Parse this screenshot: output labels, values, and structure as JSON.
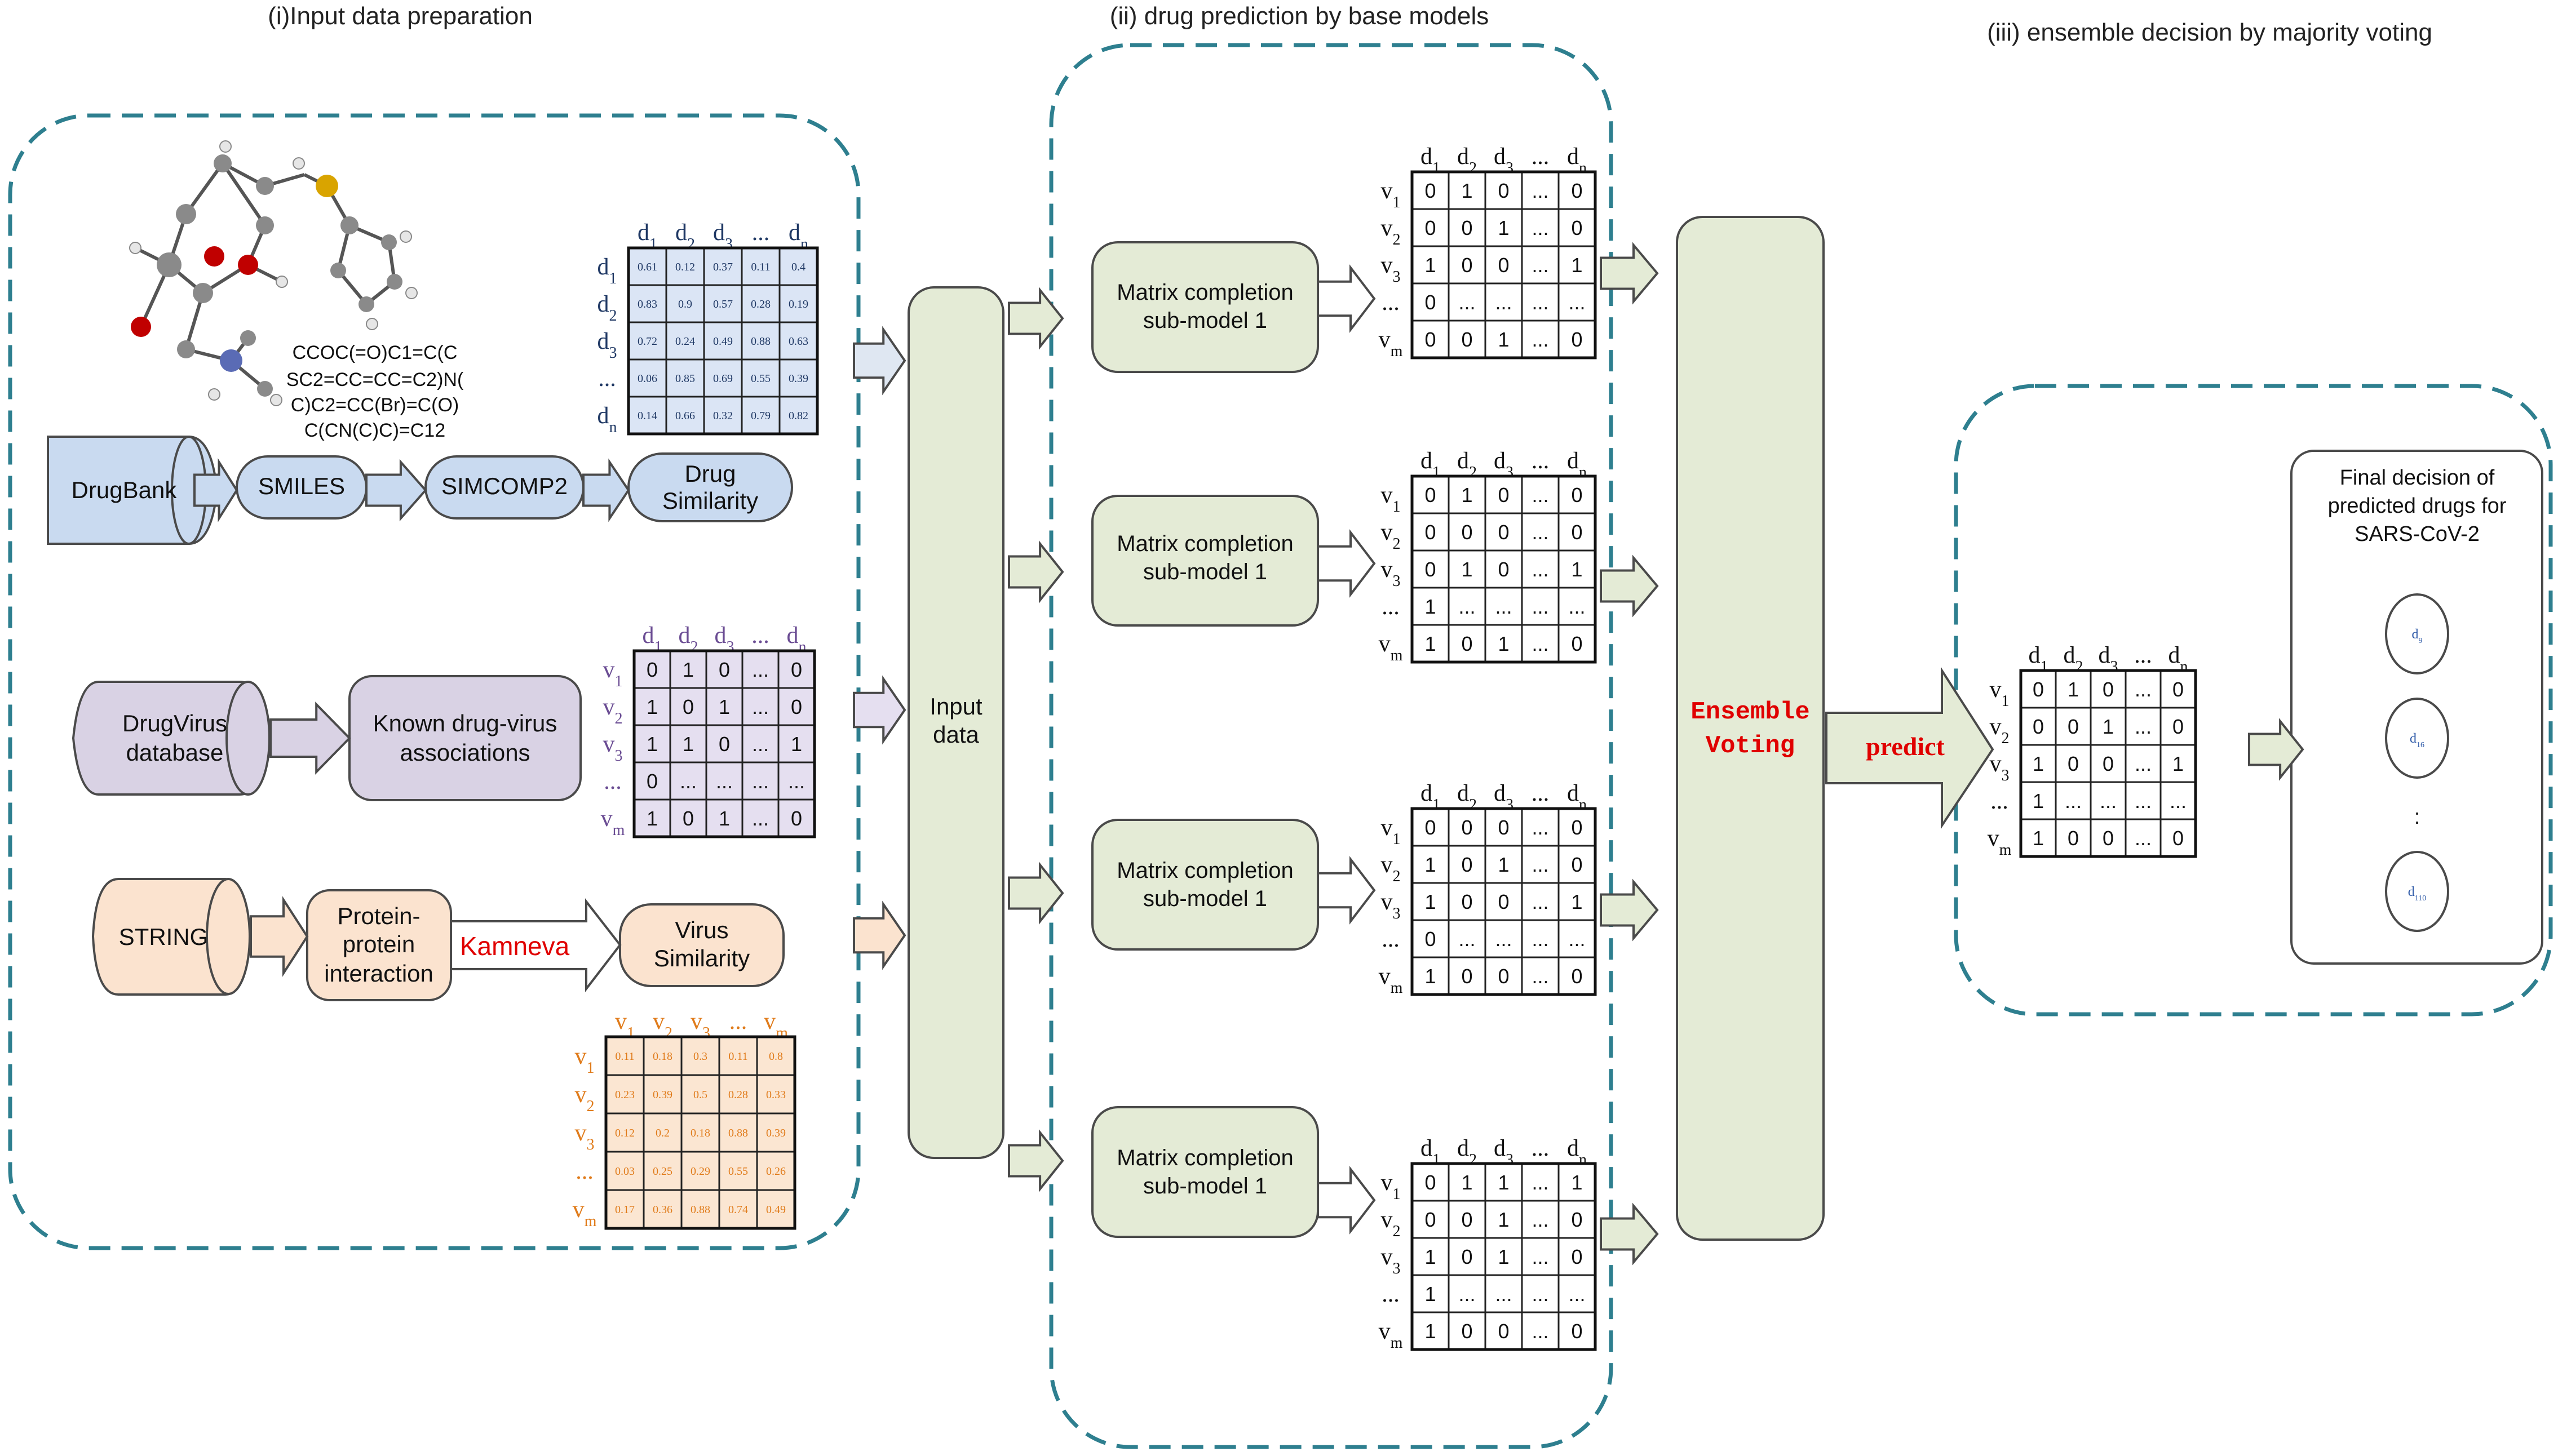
{
  "sections": {
    "input_title": "(i)Input data preparation",
    "prediction_title": "(ii) drug prediction by base models",
    "ensemble_title": "(iii) ensemble decision by majority voting"
  },
  "drug_pipeline": {
    "smiles_string": [
      "CCOC(=O)C1=C(C",
      "SC2=CC=CC=C2)N(",
      "C)C2=CC(Br)=C(O)",
      "C(CN(C)C)=C12"
    ],
    "drugbank": "DrugBank",
    "smiles": "SMILES",
    "simcomp": "SIMCOMP2",
    "drug_similarity": [
      "Drug",
      "Similarity"
    ]
  },
  "virus_pipeline": {
    "drugvirus": [
      "DrugVirus",
      "database"
    ],
    "known": [
      "Known drug-virus",
      "associations"
    ],
    "string": "STRING",
    "ppi": [
      "Protein-",
      "protein",
      "interaction"
    ],
    "kamneva": "Kamneva",
    "virus_similarity": [
      "Virus",
      "Similarity"
    ]
  },
  "input_data": [
    "Input",
    "data"
  ],
  "submodels": [
    [
      "Matrix completion",
      "sub-model 1"
    ],
    [
      "Matrix completion",
      "sub-model 1"
    ],
    [
      "Matrix completion",
      "sub-model 1"
    ],
    [
      "Matrix completion",
      "sub-model 1"
    ]
  ],
  "ensemble": [
    "Ensemble",
    "Voting"
  ],
  "predict": "predict",
  "final_decision": [
    "Final decision of",
    "predicted drugs for",
    "SARS-CoV-2"
  ],
  "final_drugs": [
    "d",
    "d",
    "d"
  ],
  "final_drug_subs": [
    "9",
    "16",
    "110"
  ],
  "final_dots": ":",
  "matrices": {
    "drug_sim": {
      "col_headers": [
        "d1",
        "d2",
        "d3",
        "...",
        "dn"
      ],
      "row_headers": [
        "d1",
        "d2",
        "d3",
        "...",
        "dn"
      ],
      "rows": [
        [
          "0.61",
          "0.12",
          "0.37",
          "0.11",
          "0.4"
        ],
        [
          "0.83",
          "0.9",
          "0.57",
          "0.28",
          "0.19"
        ],
        [
          "0.72",
          "0.24",
          "0.49",
          "0.88",
          "0.63"
        ],
        [
          "0.06",
          "0.85",
          "0.69",
          "0.55",
          "0.39"
        ],
        [
          "0.14",
          "0.66",
          "0.32",
          "0.79",
          "0.82"
        ]
      ]
    },
    "assoc": {
      "col_headers": [
        "d1",
        "d2",
        "d3",
        "...",
        "dn"
      ],
      "row_headers": [
        "v1",
        "v2",
        "v3",
        "...",
        "vm"
      ],
      "rows": [
        [
          "0",
          "1",
          "0",
          "...",
          "0"
        ],
        [
          "1",
          "0",
          "1",
          "...",
          "0"
        ],
        [
          "1",
          "1",
          "0",
          "...",
          "1"
        ],
        [
          "0",
          "...",
          "...",
          "...",
          "..."
        ],
        [
          "1",
          "0",
          "1",
          "...",
          "0"
        ]
      ]
    },
    "virus_sim": {
      "col_headers": [
        "v1",
        "v2",
        "v3",
        "...",
        "vm"
      ],
      "row_headers": [
        "v1",
        "v2",
        "v3",
        "...",
        "vm"
      ],
      "rows": [
        [
          "0.11",
          "0.18",
          "0.3",
          "0.11",
          "0.8"
        ],
        [
          "0.23",
          "0.39",
          "0.5",
          "0.28",
          "0.33"
        ],
        [
          "0.12",
          "0.2",
          "0.18",
          "0.88",
          "0.39"
        ],
        [
          "0.03",
          "0.25",
          "0.29",
          "0.55",
          "0.26"
        ],
        [
          "0.17",
          "0.36",
          "0.88",
          "0.74",
          "0.49"
        ]
      ]
    },
    "out1": {
      "col_headers": [
        "d1",
        "d2",
        "d3",
        "...",
        "dn"
      ],
      "row_headers": [
        "v1",
        "v2",
        "v3",
        "...",
        "vm"
      ],
      "rows": [
        [
          "0",
          "1",
          "0",
          "...",
          "0"
        ],
        [
          "0",
          "0",
          "1",
          "...",
          "0"
        ],
        [
          "1",
          "0",
          "0",
          "...",
          "1"
        ],
        [
          "0",
          "...",
          "...",
          "...",
          "..."
        ],
        [
          "0",
          "0",
          "1",
          "...",
          "0"
        ]
      ]
    },
    "out2": {
      "col_headers": [
        "d1",
        "d2",
        "d3",
        "...",
        "dn"
      ],
      "row_headers": [
        "v1",
        "v2",
        "v3",
        "...",
        "vm"
      ],
      "rows": [
        [
          "0",
          "1",
          "0",
          "...",
          "0"
        ],
        [
          "0",
          "0",
          "0",
          "...",
          "0"
        ],
        [
          "0",
          "1",
          "0",
          "...",
          "1"
        ],
        [
          "1",
          "...",
          "...",
          "...",
          "..."
        ],
        [
          "1",
          "0",
          "1",
          "...",
          "0"
        ]
      ]
    },
    "out3": {
      "col_headers": [
        "d1",
        "d2",
        "d3",
        "...",
        "dn"
      ],
      "row_headers": [
        "v1",
        "v2",
        "v3",
        "...",
        "vm"
      ],
      "rows": [
        [
          "0",
          "0",
          "0",
          "...",
          "0"
        ],
        [
          "1",
          "0",
          "1",
          "...",
          "0"
        ],
        [
          "1",
          "0",
          "0",
          "...",
          "1"
        ],
        [
          "0",
          "...",
          "...",
          "...",
          "..."
        ],
        [
          "1",
          "0",
          "0",
          "...",
          "0"
        ]
      ]
    },
    "out4": {
      "col_headers": [
        "d1",
        "d2",
        "d3",
        "...",
        "dn"
      ],
      "row_headers": [
        "v1",
        "v2",
        "v3",
        "...",
        "vm"
      ],
      "rows": [
        [
          "0",
          "1",
          "1",
          "...",
          "1"
        ],
        [
          "0",
          "0",
          "1",
          "...",
          "0"
        ],
        [
          "1",
          "0",
          "1",
          "...",
          "0"
        ],
        [
          "1",
          "...",
          "...",
          "...",
          "..."
        ],
        [
          "1",
          "0",
          "0",
          "...",
          "0"
        ]
      ]
    },
    "final": {
      "col_headers": [
        "d1",
        "d2",
        "d3",
        "...",
        "dn"
      ],
      "row_headers": [
        "v1",
        "v2",
        "v3",
        "...",
        "vm"
      ],
      "rows": [
        [
          "0",
          "1",
          "0",
          "...",
          "0"
        ],
        [
          "0",
          "0",
          "1",
          "...",
          "0"
        ],
        [
          "1",
          "0",
          "0",
          "...",
          "1"
        ],
        [
          "1",
          "...",
          "...",
          "...",
          "..."
        ],
        [
          "1",
          "0",
          "0",
          "...",
          "0"
        ]
      ]
    }
  },
  "colors": {
    "dash_border": "#2e7f8f",
    "drug_fill": "#c9daf0",
    "virus_fill": "#d9d2e4",
    "string_fill": "#fbe3cf",
    "model_fill": "#e4ebd6",
    "arrow_fill": "#dfe7f2",
    "cell_blue": "#dbe5f5",
    "cell_purple": "#e5dff0",
    "cell_orange": "#fbe6d2",
    "header_blue": "#1f3864",
    "header_purple": "#6a4c93",
    "header_orange": "#e07b1a",
    "red": "#e00000"
  }
}
